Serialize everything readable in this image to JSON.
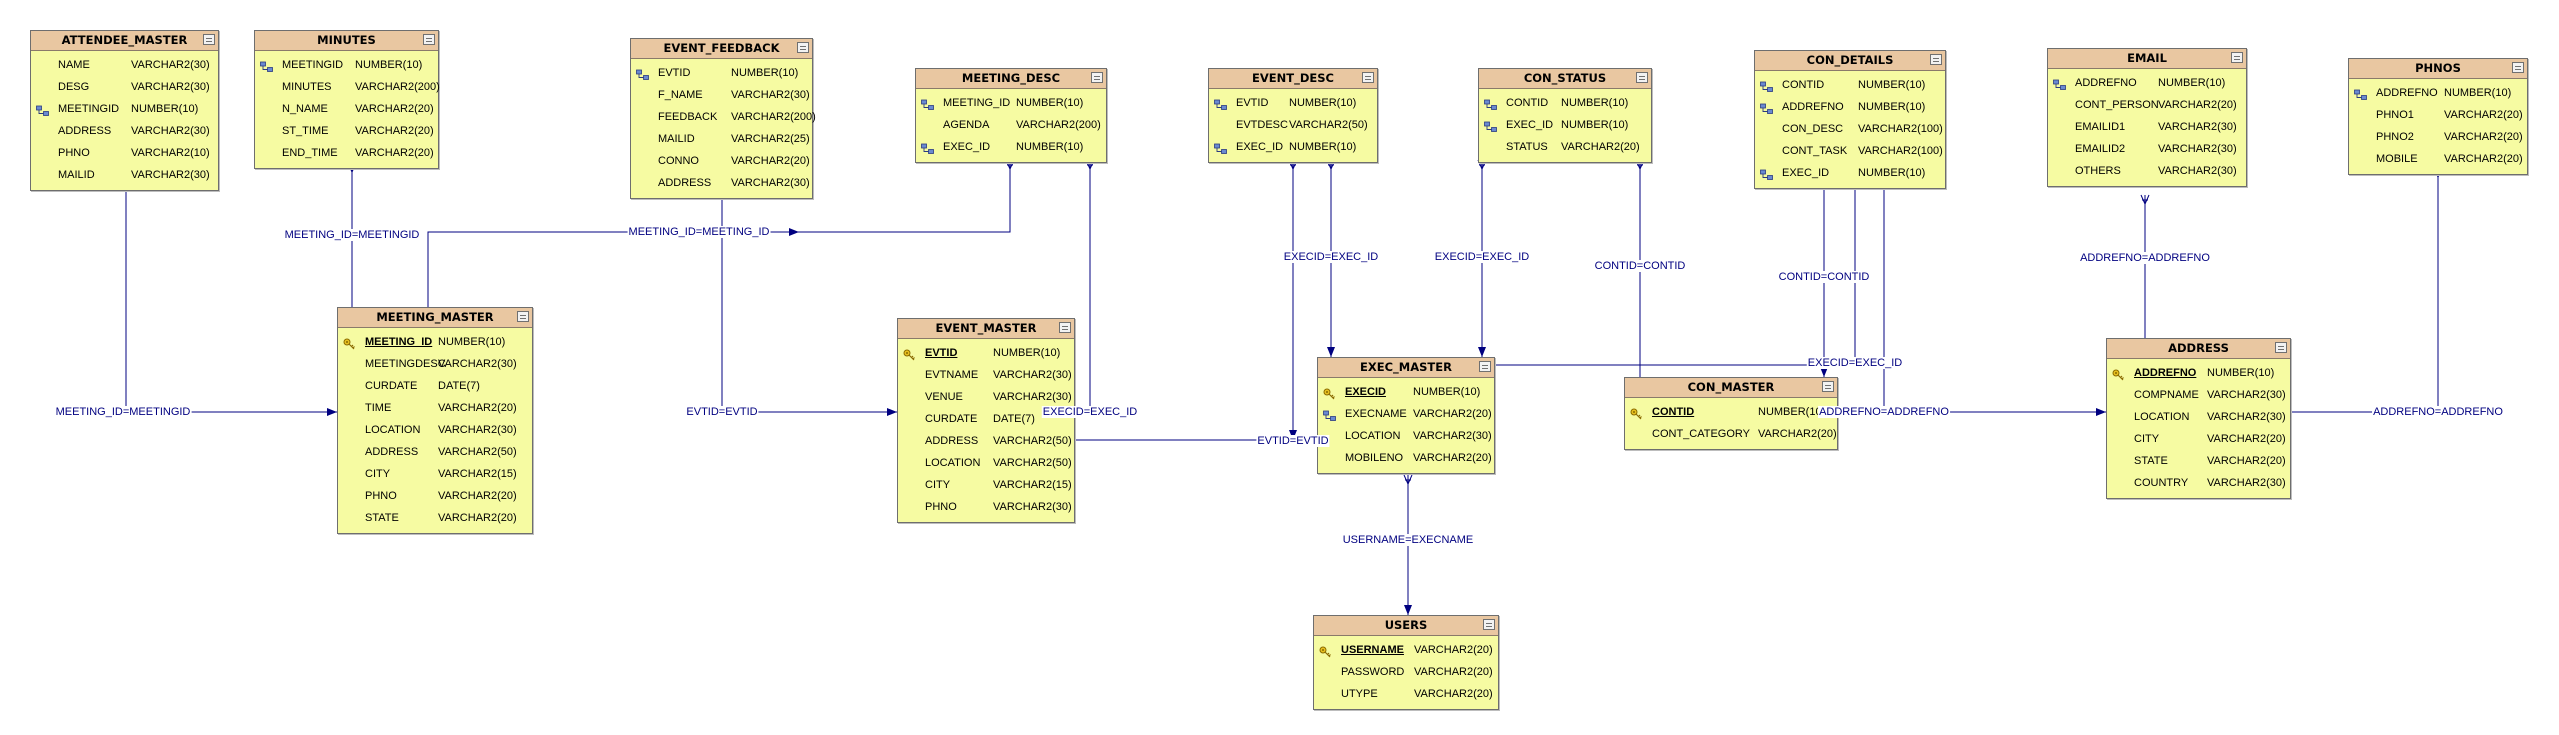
{
  "entities": [
    {
      "name": "ATTENDEE_MASTER",
      "attributes": [
        {
          "name": "NAME",
          "type": "VARCHAR2(30)",
          "key": ""
        },
        {
          "name": "DESG",
          "type": "VARCHAR2(30)",
          "key": ""
        },
        {
          "name": "MEETINGID",
          "type": "NUMBER(10)",
          "key": "fk"
        },
        {
          "name": "ADDRESS",
          "type": "VARCHAR2(30)",
          "key": ""
        },
        {
          "name": "PHNO",
          "type": "VARCHAR2(10)",
          "key": ""
        },
        {
          "name": "MAILID",
          "type": "VARCHAR2(30)",
          "key": ""
        }
      ]
    },
    {
      "name": "MINUTES",
      "attributes": [
        {
          "name": "MEETINGID",
          "type": "NUMBER(10)",
          "key": "fk"
        },
        {
          "name": "MINUTES",
          "type": "VARCHAR2(200)",
          "key": ""
        },
        {
          "name": "N_NAME",
          "type": "VARCHAR2(20)",
          "key": ""
        },
        {
          "name": "ST_TIME",
          "type": "VARCHAR2(20)",
          "key": ""
        },
        {
          "name": "END_TIME",
          "type": "VARCHAR2(20)",
          "key": ""
        }
      ]
    },
    {
      "name": "EVENT_FEEDBACK",
      "attributes": [
        {
          "name": "EVTID",
          "type": "NUMBER(10)",
          "key": "fk"
        },
        {
          "name": "F_NAME",
          "type": "VARCHAR2(30)",
          "key": ""
        },
        {
          "name": "FEEDBACK",
          "type": "VARCHAR2(200)",
          "key": ""
        },
        {
          "name": "MAILID",
          "type": "VARCHAR2(25)",
          "key": ""
        },
        {
          "name": "CONNO",
          "type": "VARCHAR2(20)",
          "key": ""
        },
        {
          "name": "ADDRESS",
          "type": "VARCHAR2(30)",
          "key": ""
        }
      ]
    },
    {
      "name": "MEETING_DESC",
      "attributes": [
        {
          "name": "MEETING_ID",
          "type": "NUMBER(10)",
          "key": "fk"
        },
        {
          "name": "AGENDA",
          "type": "VARCHAR2(200)",
          "key": ""
        },
        {
          "name": "EXEC_ID",
          "type": "NUMBER(10)",
          "key": "fk"
        }
      ]
    },
    {
      "name": "EVENT_DESC",
      "attributes": [
        {
          "name": "EVTID",
          "type": "NUMBER(10)",
          "key": "fk"
        },
        {
          "name": "EVTDESC",
          "type": "VARCHAR2(50)",
          "key": ""
        },
        {
          "name": "EXEC_ID",
          "type": "NUMBER(10)",
          "key": "fk"
        }
      ]
    },
    {
      "name": "CON_STATUS",
      "attributes": [
        {
          "name": "CONTID",
          "type": "NUMBER(10)",
          "key": "fk"
        },
        {
          "name": "EXEC_ID",
          "type": "NUMBER(10)",
          "key": "fk"
        },
        {
          "name": "STATUS",
          "type": "VARCHAR2(20)",
          "key": ""
        }
      ]
    },
    {
      "name": "CON_DETAILS",
      "attributes": [
        {
          "name": "CONTID",
          "type": "NUMBER(10)",
          "key": "fk"
        },
        {
          "name": "ADDREFNO",
          "type": "NUMBER(10)",
          "key": "fk"
        },
        {
          "name": "CON_DESC",
          "type": "VARCHAR2(100)",
          "key": ""
        },
        {
          "name": "CONT_TASK",
          "type": "VARCHAR2(100)",
          "key": ""
        },
        {
          "name": "EXEC_ID",
          "type": "NUMBER(10)",
          "key": "fk"
        }
      ]
    },
    {
      "name": "EMAIL",
      "attributes": [
        {
          "name": "ADDREFNO",
          "type": "NUMBER(10)",
          "key": "fk"
        },
        {
          "name": "CONT_PERSON",
          "type": "VARCHAR2(20)",
          "key": ""
        },
        {
          "name": "EMAILID1",
          "type": "VARCHAR2(30)",
          "key": ""
        },
        {
          "name": "EMAILID2",
          "type": "VARCHAR2(30)",
          "key": ""
        },
        {
          "name": "OTHERS",
          "type": "VARCHAR2(30)",
          "key": ""
        }
      ]
    },
    {
      "name": "PHNOS",
      "attributes": [
        {
          "name": "ADDREFNO",
          "type": "NUMBER(10)",
          "key": "fk"
        },
        {
          "name": "PHNO1",
          "type": "VARCHAR2(20)",
          "key": ""
        },
        {
          "name": "PHNO2",
          "type": "VARCHAR2(20)",
          "key": ""
        },
        {
          "name": "MOBILE",
          "type": "VARCHAR2(20)",
          "key": ""
        }
      ]
    },
    {
      "name": "MEETING_MASTER",
      "attributes": [
        {
          "name": "MEETING_ID",
          "type": "NUMBER(10)",
          "key": "pk"
        },
        {
          "name": "MEETINGDESC",
          "type": "VARCHAR2(30)",
          "key": ""
        },
        {
          "name": "CURDATE",
          "type": "DATE(7)",
          "key": ""
        },
        {
          "name": "TIME",
          "type": "VARCHAR2(20)",
          "key": ""
        },
        {
          "name": "LOCATION",
          "type": "VARCHAR2(30)",
          "key": ""
        },
        {
          "name": "ADDRESS",
          "type": "VARCHAR2(50)",
          "key": ""
        },
        {
          "name": "CITY",
          "type": "VARCHAR2(15)",
          "key": ""
        },
        {
          "name": "PHNO",
          "type": "VARCHAR2(20)",
          "key": ""
        },
        {
          "name": "STATE",
          "type": "VARCHAR2(20)",
          "key": ""
        }
      ]
    },
    {
      "name": "EVENT_MASTER",
      "attributes": [
        {
          "name": "EVTID",
          "type": "NUMBER(10)",
          "key": "pk"
        },
        {
          "name": "EVTNAME",
          "type": "VARCHAR2(30)",
          "key": ""
        },
        {
          "name": "VENUE",
          "type": "VARCHAR2(30)",
          "key": ""
        },
        {
          "name": "CURDATE",
          "type": "DATE(7)",
          "key": ""
        },
        {
          "name": "ADDRESS",
          "type": "VARCHAR2(50)",
          "key": ""
        },
        {
          "name": "LOCATION",
          "type": "VARCHAR2(50)",
          "key": ""
        },
        {
          "name": "CITY",
          "type": "VARCHAR2(15)",
          "key": ""
        },
        {
          "name": "PHNO",
          "type": "VARCHAR2(30)",
          "key": ""
        }
      ]
    },
    {
      "name": "EXEC_MASTER",
      "attributes": [
        {
          "name": "EXECID",
          "type": "NUMBER(10)",
          "key": "pk"
        },
        {
          "name": "EXECNAME",
          "type": "VARCHAR2(20)",
          "key": "fk"
        },
        {
          "name": "LOCATION",
          "type": "VARCHAR2(30)",
          "key": ""
        },
        {
          "name": "MOBILENO",
          "type": "VARCHAR2(20)",
          "key": ""
        }
      ]
    },
    {
      "name": "CON_MASTER",
      "attributes": [
        {
          "name": "CONTID",
          "type": "NUMBER(10)",
          "key": "pk"
        },
        {
          "name": "CONT_CATEGORY",
          "type": "VARCHAR2(20)",
          "key": ""
        }
      ]
    },
    {
      "name": "ADDRESS",
      "attributes": [
        {
          "name": "ADDREFNO",
          "type": "NUMBER(10)",
          "key": "pk"
        },
        {
          "name": "COMPNAME",
          "type": "VARCHAR2(30)",
          "key": ""
        },
        {
          "name": "LOCATION",
          "type": "VARCHAR2(30)",
          "key": ""
        },
        {
          "name": "CITY",
          "type": "VARCHAR2(20)",
          "key": ""
        },
        {
          "name": "STATE",
          "type": "VARCHAR2(20)",
          "key": ""
        },
        {
          "name": "COUNTRY",
          "type": "VARCHAR2(30)",
          "key": ""
        }
      ]
    },
    {
      "name": "USERS",
      "attributes": [
        {
          "name": "USERNAME",
          "type": "VARCHAR2(20)",
          "key": "pk"
        },
        {
          "name": "PASSWORD",
          "type": "VARCHAR2(20)",
          "key": ""
        },
        {
          "name": "UTYPE",
          "type": "VARCHAR2(20)",
          "key": ""
        }
      ]
    }
  ],
  "relationships": [
    {
      "label": "MEETING_ID=MEETINGID"
    },
    {
      "label": "MEETING_ID=MEETINGID"
    },
    {
      "label": "MEETING_ID=MEETING_ID"
    },
    {
      "label": "EVTID=EVTID"
    },
    {
      "label": "EXECID=EXEC_ID"
    },
    {
      "label": "EVTID=EVTID"
    },
    {
      "label": "EXECID=EXEC_ID"
    },
    {
      "label": "EXECID=EXEC_ID"
    },
    {
      "label": "CONTID=CONTID"
    },
    {
      "label": "CONTID=CONTID"
    },
    {
      "label": "EXECID=EXEC_ID"
    },
    {
      "label": "ADDREFNO=ADDREFNO"
    },
    {
      "label": "ADDREFNO=ADDREFNO"
    },
    {
      "label": "ADDREFNO=ADDREFNO"
    },
    {
      "label": "USERNAME=EXECNAME"
    }
  ],
  "colors": {
    "entity_body": "#f6fba2",
    "entity_header": "#e9c7a1",
    "line": "#000080",
    "label": "#000080"
  },
  "icons": {
    "primary_key": "key-icon",
    "foreign_key": "foreign-key-icon"
  }
}
